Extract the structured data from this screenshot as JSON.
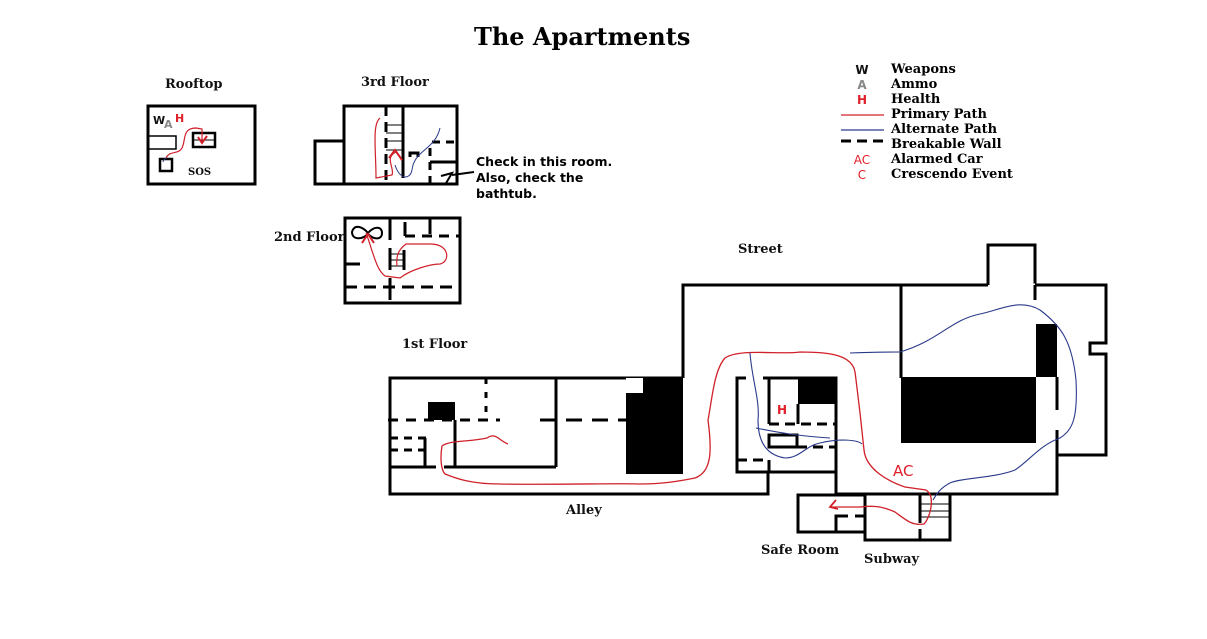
{
  "title": "The Apartments",
  "colors": {
    "primary_path": "#d0202a",
    "alternate_path": "#2a3a8a",
    "weapons": "#111111",
    "ammo": "#888888",
    "health": "#e0202a",
    "walls": "#000000"
  },
  "areas": {
    "rooftop": "Rooftop",
    "third_floor": "3rd Floor",
    "second_floor": "2nd Floor",
    "first_floor": "1st Floor",
    "street": "Street",
    "alley": "Alley",
    "safe_room": "Safe Room",
    "subway": "Subway"
  },
  "rooftop_marks": {
    "weapons": "W",
    "ammo": "A",
    "health": "H",
    "sos": "SOS"
  },
  "main_marks": {
    "health": "H",
    "alarmed_car": "AC"
  },
  "note": [
    "Check in this room.",
    "Also, check the",
    "bathtub."
  ],
  "legend": [
    {
      "symbol": "W",
      "label": "Weapons",
      "icon": "weapons-letter"
    },
    {
      "symbol": "A",
      "label": "Ammo",
      "icon": "ammo-letter"
    },
    {
      "symbol": "H",
      "label": "Health",
      "icon": "health-letter"
    },
    {
      "symbol": "",
      "label": "Primary Path",
      "icon": "red-line"
    },
    {
      "symbol": "",
      "label": "Alternate Path",
      "icon": "blue-line"
    },
    {
      "symbol": "",
      "label": "Breakable Wall",
      "icon": "dashed-line"
    },
    {
      "symbol": "AC",
      "label": "Alarmed Car",
      "icon": "alarmed-car-letter"
    },
    {
      "symbol": "C",
      "label": "Crescendo Event",
      "icon": "crescendo-letter"
    }
  ]
}
